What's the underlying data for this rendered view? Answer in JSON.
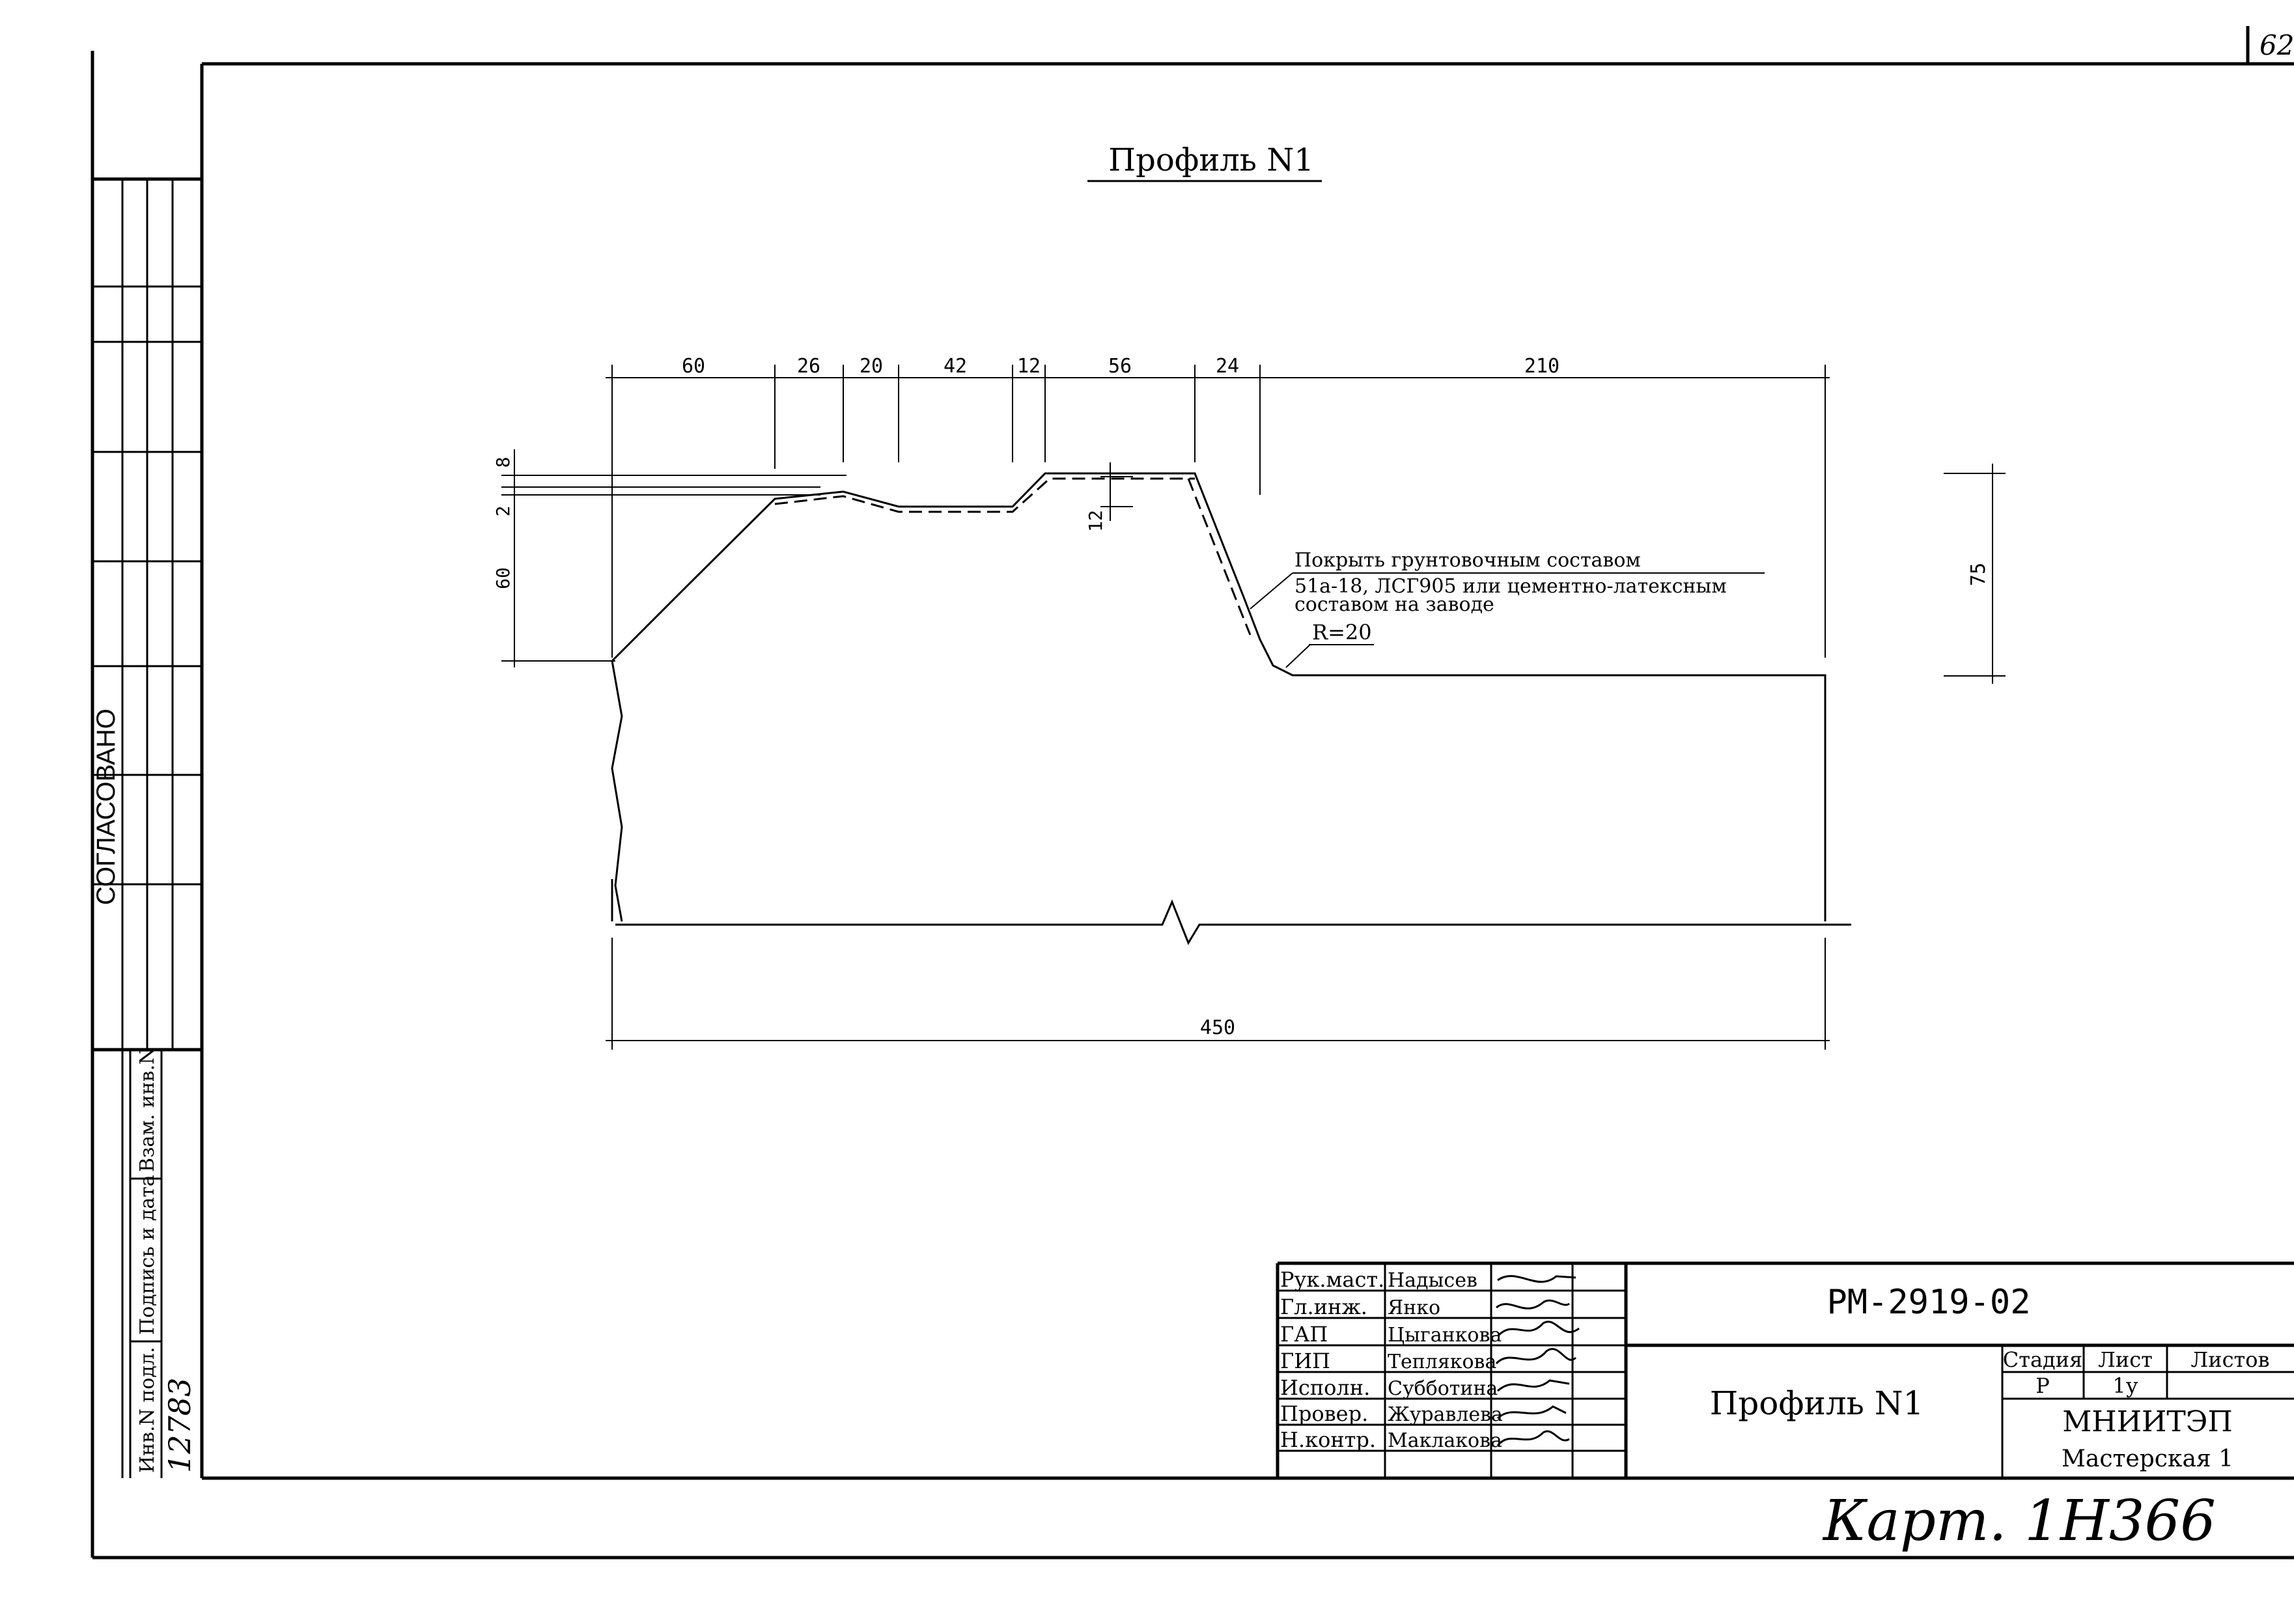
{
  "sheet_number": "62",
  "title": "Профиль N1",
  "dimensions": {
    "top": [
      "60",
      "26",
      "20",
      "42",
      "12",
      "56",
      "24",
      "210"
    ],
    "left": [
      "8",
      "2",
      "60"
    ],
    "step": "12",
    "right": "75",
    "bottom": "450"
  },
  "note": {
    "line1": "Покрыть грунтовочным составом",
    "line2": "51а-18, ЛСГ905 или цементно-латексным",
    "line3": "составом на заводе",
    "radius": "R=20"
  },
  "left_stamp": {
    "agreed": "СОГЛАСОВАНО",
    "inv_label": "Инв.N подл.",
    "sign_label": "Подпись и дата",
    "replace_label": "Взам. инв.N",
    "inv_value": "12783"
  },
  "title_block": {
    "roles": [
      "Рук.маст.",
      "Гл.инж.",
      "ГАП",
      "ГИП",
      "Исполн.",
      "Провер.",
      "Н.контр."
    ],
    "names": [
      "Надысев",
      "Янко",
      "Цыганкова",
      "Теплякова",
      "Субботина",
      "Журавлева",
      "Маклакова"
    ],
    "doc_code": "РМ-2919-02",
    "sheet_title": "Профиль N1",
    "stage_label": "Стадия",
    "sheet_label": "Лист",
    "sheets_label": "Листов",
    "stage_value": "Р",
    "sheet_value": "1у",
    "org": "МНИИТЭП",
    "dept": "Мастерская 1"
  },
  "footer_note": "Карт. 1Н366"
}
